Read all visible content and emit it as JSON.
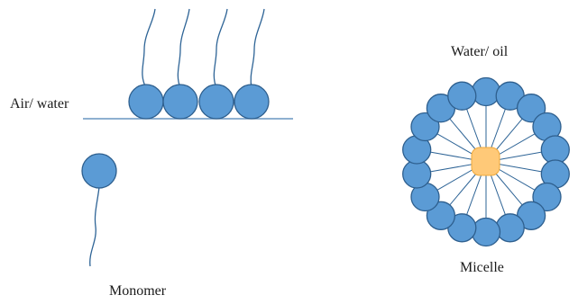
{
  "labels": {
    "air_water": "Air/ water",
    "monomer": "Monomer",
    "water_oil": "Water/ oil",
    "micelle": "Micelle"
  },
  "colors": {
    "head_fill": "#5b9bd5",
    "head_stroke": "#2e5f8e",
    "tail_stroke": "#2e6496",
    "interface_line": "#4a80b5",
    "core_fill": "#ffc978",
    "core_stroke": "#f0a93a"
  },
  "shapes": {
    "hydrophilic_head": "circle",
    "hydrophobic_tail": "wavy-line",
    "micelle_core": "rounded-square"
  },
  "counts": {
    "interface_monomers": 4,
    "free_monomers": 1,
    "micelle_monomers": 18
  }
}
